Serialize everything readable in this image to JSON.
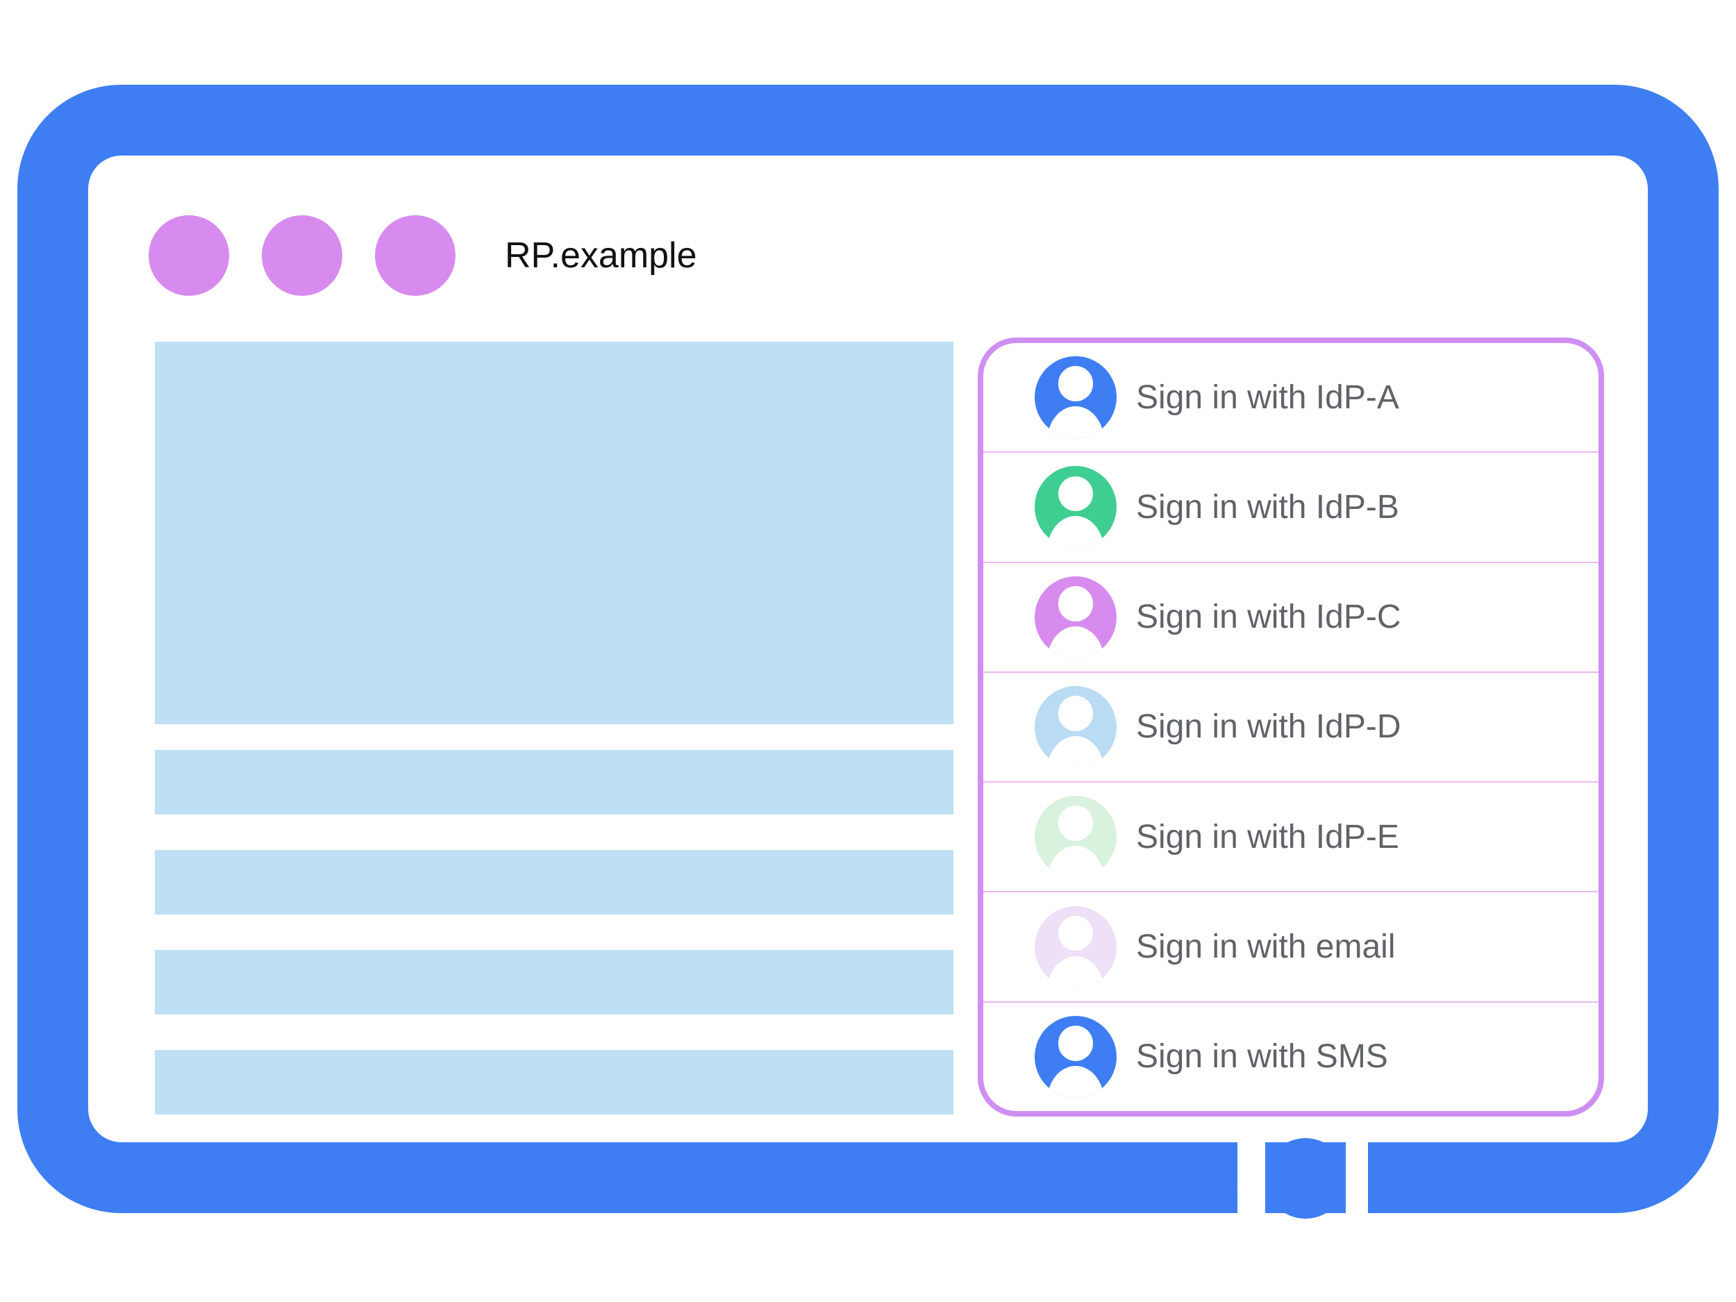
{
  "window": {
    "title": "RP.example",
    "dot_count": 3
  },
  "palette": {
    "frame_blue": "#3E7EF2",
    "dot_purple": "#D78BEF",
    "content_blue": "#BFE0F4",
    "panel_border": "#CF8FF2",
    "row_divider": "#EBB9F2",
    "label_gray": "#5F6368",
    "title_black": "#111111"
  },
  "content_skeleton": {
    "hero_block": 1,
    "bar_count": 4
  },
  "signin_panel": {
    "options": [
      {
        "label": "Sign in with IdP-A",
        "avatar_color": "#3E7EF2",
        "icon": "person-avatar-icon"
      },
      {
        "label": "Sign in with IdP-B",
        "avatar_color": "#3FCE92",
        "icon": "person-avatar-icon"
      },
      {
        "label": "Sign in with IdP-C",
        "avatar_color": "#D78BEF",
        "icon": "person-avatar-icon"
      },
      {
        "label": "Sign in with IdP-D",
        "avatar_color": "#B9DCF4",
        "icon": "person-avatar-icon"
      },
      {
        "label": "Sign in with IdP-E",
        "avatar_color": "#D9F2DD",
        "icon": "person-avatar-icon"
      },
      {
        "label": "Sign in with email",
        "avatar_color": "#EDE0F7",
        "icon": "person-avatar-icon"
      },
      {
        "label": "Sign in with SMS",
        "avatar_color": "#3E7EF2",
        "icon": "person-avatar-icon"
      }
    ]
  }
}
